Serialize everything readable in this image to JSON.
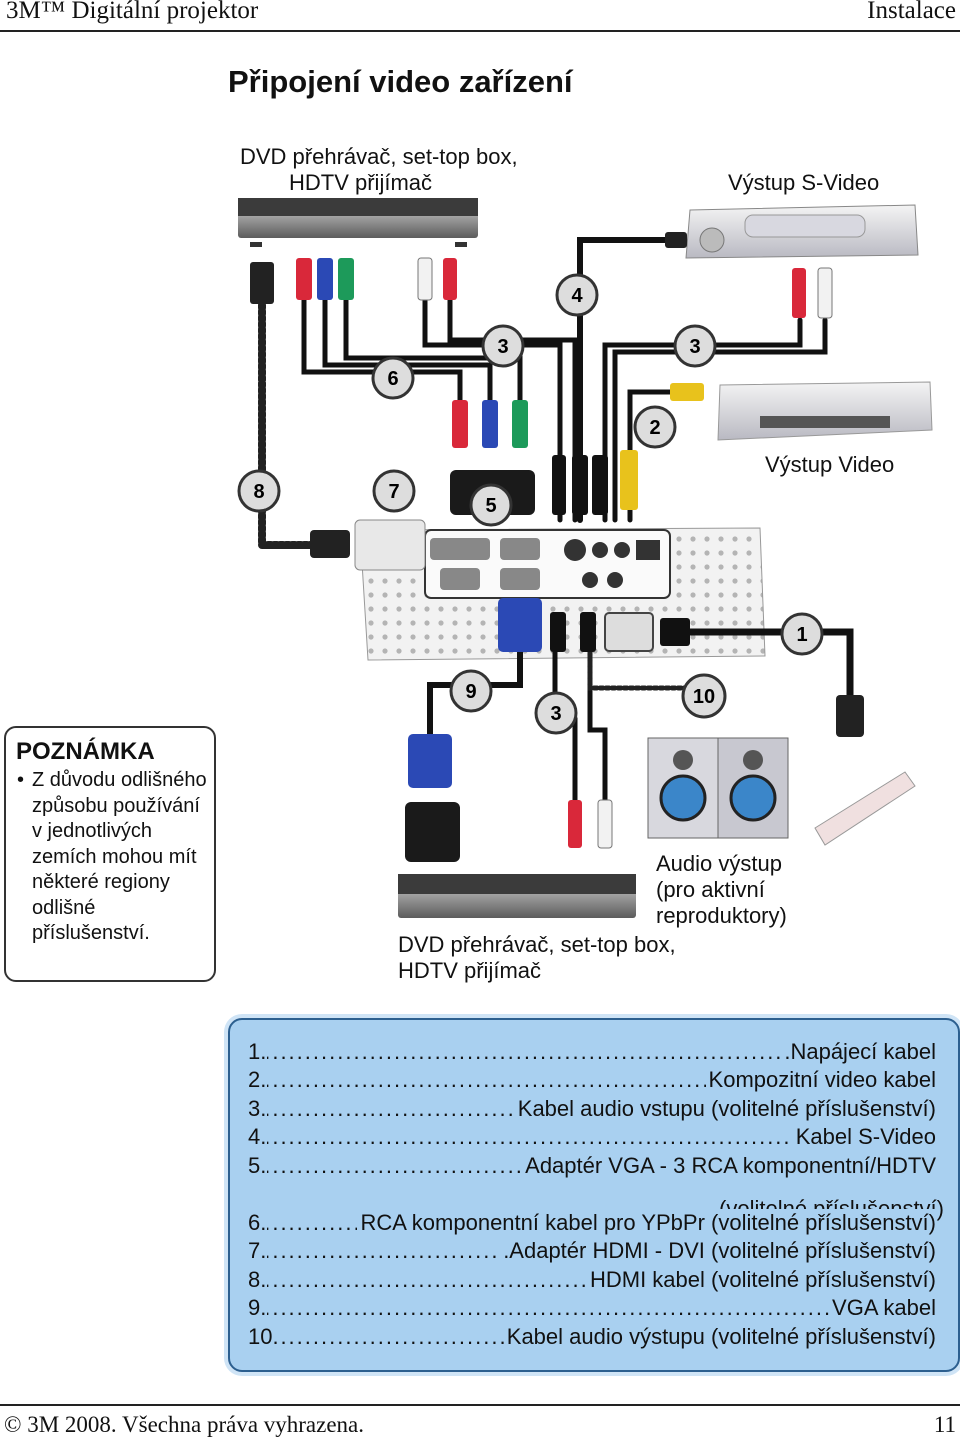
{
  "header": {
    "left": "3M™ Digitální projektor",
    "right": "Instalace"
  },
  "title": "Připojení video zařízení",
  "labels": {
    "dvd_top_1": "DVD přehrávač, set-top box,",
    "dvd_top_2": "HDTV přijímač",
    "svideo_out": "Výstup S-Video",
    "video_out": "Výstup Video",
    "audio_out_1": "Audio výstup",
    "audio_out_2": "(pro aktivní",
    "audio_out_3": "reproduktory)",
    "dvd_bottom_1": "DVD přehrávač, set-top box,",
    "dvd_bottom_2": "HDTV přijímač"
  },
  "badges": [
    "1",
    "2",
    "3",
    "3",
    "3",
    "4",
    "5",
    "6",
    "7",
    "8",
    "9",
    "10"
  ],
  "note": {
    "heading": "POZNÁMKA",
    "bullet": "•",
    "text": "Z důvodu odlišného způsobu používání v jednotlivých zemích mohou mít některé regiony odlišné příslušenství."
  },
  "legend": [
    {
      "num": "1.",
      "text": ".Napájecí kabel"
    },
    {
      "num": "2.",
      "text": "Kompozitní video kabel"
    },
    {
      "num": "3.",
      "text": "Kabel audio vstupu (volitelné příslušenství)"
    },
    {
      "num": "4.",
      "text": "Kabel S-Video"
    },
    {
      "num": "5.",
      "text": "Adaptér VGA - 3 RCA komponentní/HDTV"
    },
    {
      "num": "6.",
      "text": "RCA komponentní kabel pro YPbPr (volitelné příslušenství)"
    },
    {
      "num": "7.",
      "text": ".Adaptér HDMI - DVI (volitelné příslušenství)"
    },
    {
      "num": "8.",
      "text": "HDMI kabel (volitelné příslušenství)"
    },
    {
      "num": "9.",
      "text": "VGA kabel"
    },
    {
      "num": "10.",
      "text": "Kabel audio výstupu (volitelné příslušenství)"
    }
  ],
  "legend_continuation": "(volitelné příslušenství)",
  "footer": {
    "left": "© 3M 2008. Všechna práva vyhrazena.",
    "right": "11"
  },
  "colors": {
    "legend_bg": "#a9d0f0",
    "legend_border": "#2c5f8f",
    "red": "#d9283a",
    "green": "#1d9a5a",
    "blue": "#2b49b5",
    "yellow": "#e8c21c"
  }
}
